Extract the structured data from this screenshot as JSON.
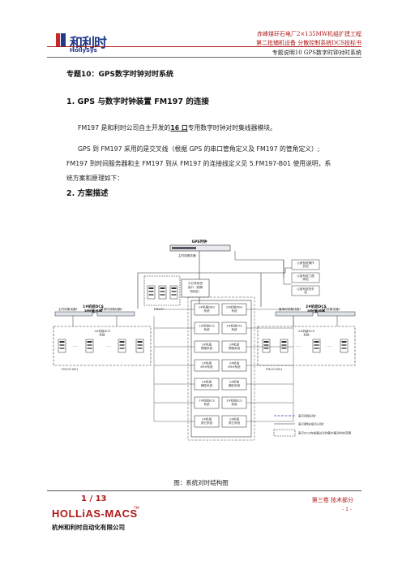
{
  "header": {
    "logo_cn": "和利时",
    "logo_en": "HollySys",
    "line1": "赤峰煤矸石电厂2×135MW机组扩建工程",
    "line2": "第二批辅机设备 分散控制系统DCS投标书",
    "line3": "专题说明10 GPS数字时钟对时系统"
  },
  "body": {
    "topic": "专题10：GPS数字时钟对时系统",
    "section1": "1.  GPS 与数字时钟装置 FM197 的连接",
    "p1_a": "FM197 是和利时公司自主开发的",
    "p1_u": "16 口",
    "p1_b": "专用数字时钟对时集线器模块。",
    "p2_a": "GPS 到 FM197 采用的是交叉线（根据 GPS 的串口管角定义及 FM197 的管角定义）;",
    "p2_b": "FM197 到时间服务器和主 FM197 到从 FM197 的连接线定义见 5.FM197-B01 使用说明，系",
    "p2_c": "统方案和原理如下：",
    "section2": "2.  方案描述",
    "caption": "图：系统对时结构图"
  },
  "diagram": {
    "gps_title": "GPS时钟",
    "gps_server": "主时钟服务器",
    "left_hub_title": "1#机组DCS",
    "left_hub_sub": "对时集线器",
    "right_hub_title": "2#机组DCS",
    "right_hub_sub": "对时集线器",
    "left_switch_a": "主时钟集线器1",
    "left_switch_b": "备用时钟集线器1",
    "right_switch_a": "备用时钟集线器2",
    "right_switch_b": "主时钟集线器2",
    "center_box": "与已有系统\n接口（视情\n况而定）",
    "right_labels": [
      "公用系统操作\n员站",
      "公用系统工程\n师站",
      "公用系统历史\n站"
    ],
    "left_group": "1#机组DCS\n系统",
    "right_group": "2#机组DCS\n系统",
    "left_unit_label": "FM197-B01",
    "right_unit_label": "FM197-B01",
    "center_unit_label": "FM197",
    "pairs": [
      [
        "1#机组DEH\n系统",
        "2#机组DEH\n系统"
      ],
      [
        "1#机组ETS\n系统",
        "2#机组ETS\n系统"
      ],
      [
        "1#机组\n旁路系统",
        "2#机组\n旁路系统"
      ],
      [
        "1#机组\nMEH系统",
        "2#机组\nMEH系统"
      ],
      [
        "1#机组\n辅控系统",
        "2#机组\n辅控系统"
      ],
      [
        "1#机组ECS\n系统",
        "2#机组ECS\n系统"
      ],
      [
        "1#机组\n其它系统",
        "2#机组\n其它系统"
      ]
    ],
    "legend": [
      "表示网络对时",
      "表示硬线(接点)对时",
      "表示DCS内部通过对时集中器对时的范围"
    ],
    "ellipsis": "……"
  },
  "footer": {
    "page": "1  /  13",
    "brand": "HOLLiAS-MACS",
    "tm": "TM",
    "company": "杭州和利时自动化有限公司",
    "volume": "第三卷  技术部分",
    "page_small": "-  1  -"
  },
  "colors": {
    "brand_red": "#b01818",
    "logo_blue": "#213a8a",
    "legend_blue": "#2a3fa8"
  }
}
